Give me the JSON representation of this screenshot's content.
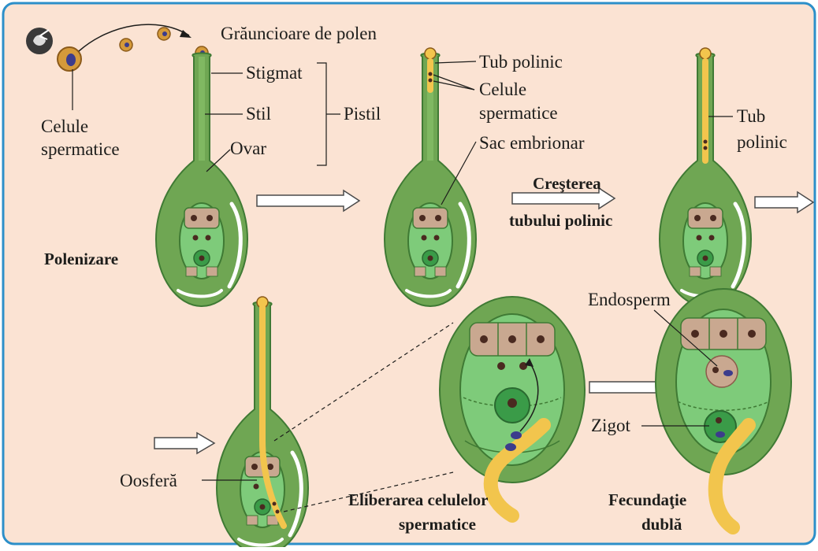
{
  "colors": {
    "background": "#fbe3d3",
    "border": "#2c8fc9",
    "tissue": "#6fa653",
    "tissue_dark": "#3f7a34",
    "embryo_sac": "#7ecb7a",
    "pollen_tube": "#f2c54d",
    "sperm": "#3c3c8c",
    "nucleus": "#4a2a20",
    "cell_brown": "#c9a890",
    "arrow_fill": "#ffffff",
    "line": "#1d1d1b"
  },
  "labels": {
    "pollen_grains": "Grăuncioare de polen",
    "sperm_cells_1": "Celule",
    "sperm_cells_2": "spermatice",
    "stigma": "Stigmat",
    "style": "Stil",
    "ovary": "Ovar",
    "pistil": "Pistil",
    "pollen_tube_a": "Tub polinic",
    "sperm_cells_b1": "Celule",
    "sperm_cells_b2": "spermatice",
    "embryo_sac": "Sac embrionar",
    "pollen_tube_c1": "Tub",
    "pollen_tube_c2": "polinic",
    "endosperm": "Endosperm",
    "zygote": "Zigot",
    "egg_cell": "Oosferă"
  },
  "stages": {
    "pollination": "Polenizare",
    "tube_growth_1": "Creşterea",
    "tube_growth_2": "tubului polinic",
    "release_1": "Eliberarea celulelor",
    "release_2": "spermatice",
    "double_fert_1": "Fecundaţie",
    "double_fert_2": "dublă"
  }
}
